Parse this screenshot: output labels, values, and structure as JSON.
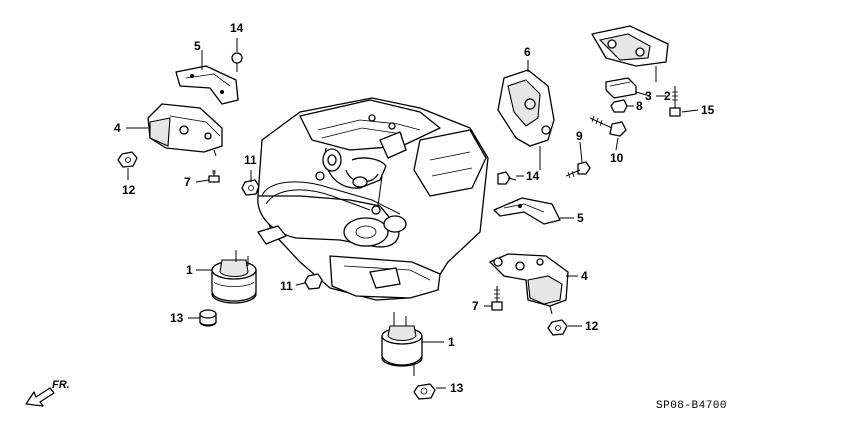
{
  "callouts": {
    "c1a": "1",
    "c1b": "1",
    "c2": "2",
    "c3": "3",
    "c4a": "4",
    "c4b": "4",
    "c5a": "5",
    "c5b": "5",
    "c6": "6",
    "c7a": "7",
    "c7b": "7",
    "c8": "8",
    "c9": "9",
    "c10": "10",
    "c11a": "11",
    "c11b": "11",
    "c12a": "12",
    "c12b": "12",
    "c13a": "13",
    "c13b": "13",
    "c14a": "14",
    "c14b": "14",
    "c15": "15"
  },
  "direction_label": "FR.",
  "diagram_code": "SP08-B4700"
}
